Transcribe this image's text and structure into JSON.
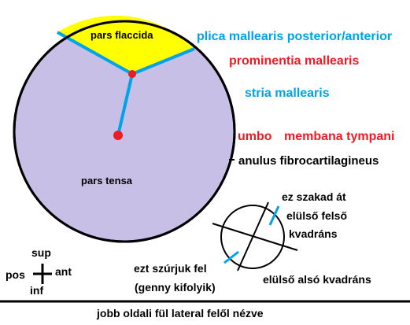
{
  "labels": {
    "pars_flaccida": "pars flaccida",
    "pars_tensa": "pars tensa",
    "plica": "plica mallearis posterior/anterior",
    "prominentia": "prominentia mallearis",
    "stria": "stria mallearis",
    "umbo": "umbo",
    "membrana": "membana tympani",
    "anulus": "anulus fibrocartilagineus",
    "szakad": "ez szakad át",
    "elulso_felso_1": "elülső felső",
    "elulso_felso_2": "kvadráns",
    "szurjuk_1": "ezt szúrjuk fel",
    "szurjuk_2": "(genny kifolyik)",
    "elulso_also": "elülső alsó kvadráns",
    "sup": "sup",
    "pos": "pos",
    "ant": "ant",
    "inf": "inf",
    "caption": "jobb oldali fül lateral felől nézve"
  },
  "colors": {
    "pars_tensa_fill": "#c8bfe7",
    "pars_flaccida_fill": "#ffff00",
    "blue": "#00a2e8",
    "red": "#ed1c24",
    "black": "#000000"
  }
}
